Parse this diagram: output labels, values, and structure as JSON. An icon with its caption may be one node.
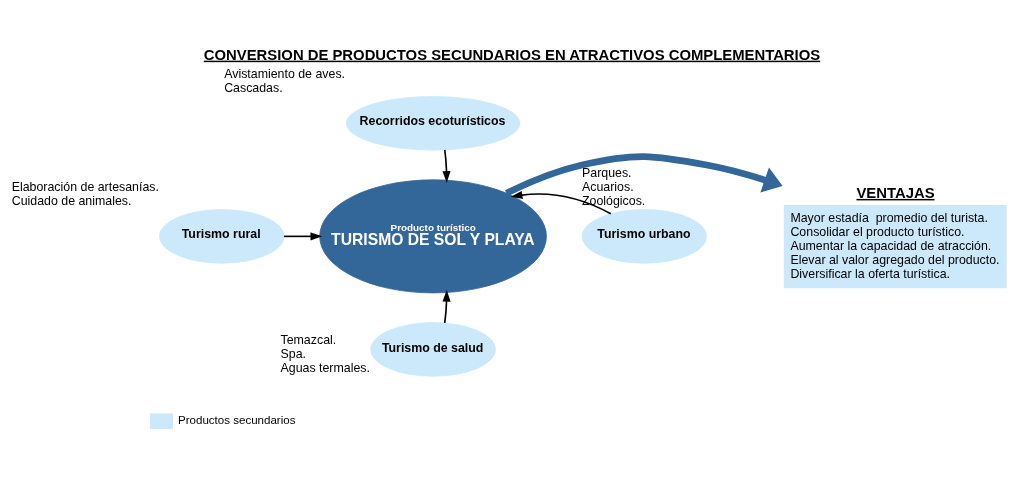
{
  "diagram": {
    "title": "CONVERSION DE PRODUCTOS SECUNDARIOS EN ATRACTIVOS COMPLEMENTARIOS",
    "nodes": [
      {
        "text": [
          "Recorridos ecoturísticos"
        ],
        "beside": [
          "Avistamiento de aves.",
          "Cascadas."
        ]
      },
      {
        "text": [
          "Turismo rural"
        ],
        "beside": [
          "Elaboración de artesanías.",
          "Cuidado de animales."
        ]
      },
      {
        "text": [
          "Producto turístico",
          "TURISMO DE SOL Y PLAYA"
        ]
      },
      {
        "text": [
          "Turismo urbano"
        ],
        "beside": [
          "Parques.",
          "Acuarios.",
          "Zoológicos."
        ]
      },
      {
        "text": [
          "Turismo de salud"
        ],
        "beside": [
          "Temazcal.",
          "Spa.",
          "Aguas termales."
        ]
      },
      {
        "text": [
          "VENTAJAS",
          "Mayor estadía  promedio del turista.",
          "Consolidar el producto turístico.",
          "Aumentar la capacidad de atracción.",
          "Elevar al valor agregado del producto.",
          "Diversificar la oferta turística."
        ]
      }
    ],
    "edges": [
      {
        "from": 0,
        "to": 2,
        "arrow": "to"
      },
      {
        "from": 1,
        "to": 2,
        "arrow": "to"
      },
      {
        "from": 3,
        "to": 2,
        "arrow": "to"
      },
      {
        "from": 4,
        "to": 2,
        "arrow": "to"
      },
      {
        "from": 2,
        "to": 5,
        "arrow": "to",
        "style": "thick",
        "color": "#336699"
      }
    ],
    "legend": [
      {
        "text": "Productos secundarios",
        "color": "#cce9fb"
      }
    ]
  }
}
